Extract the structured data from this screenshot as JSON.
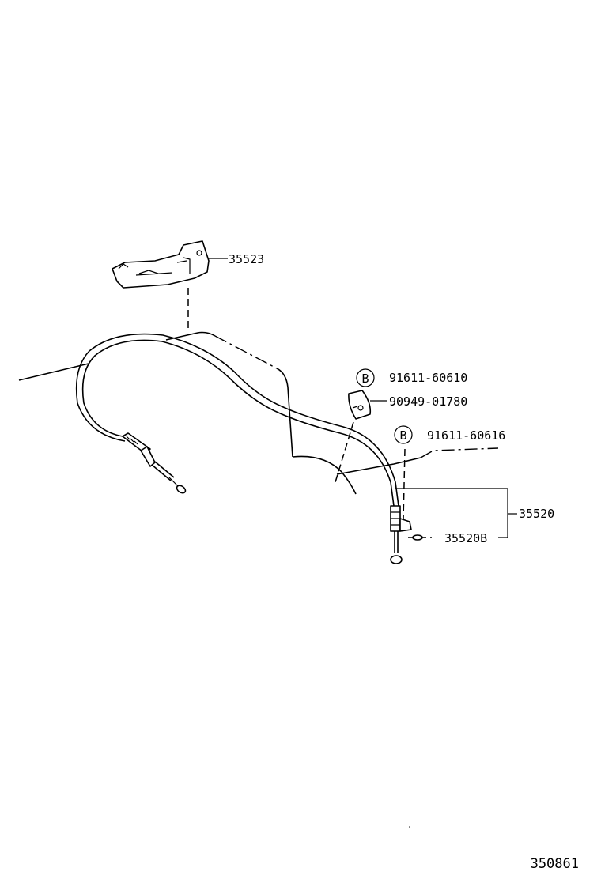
{
  "labels": {
    "bracket": "35523",
    "bolt_top": "91611-60610",
    "clamp": "90949-01780",
    "bolt_bottom": "91611-60616",
    "cable_assy": "35520",
    "pin": "35520B",
    "bolt_symbol": "B",
    "diagram_number": "350861"
  }
}
